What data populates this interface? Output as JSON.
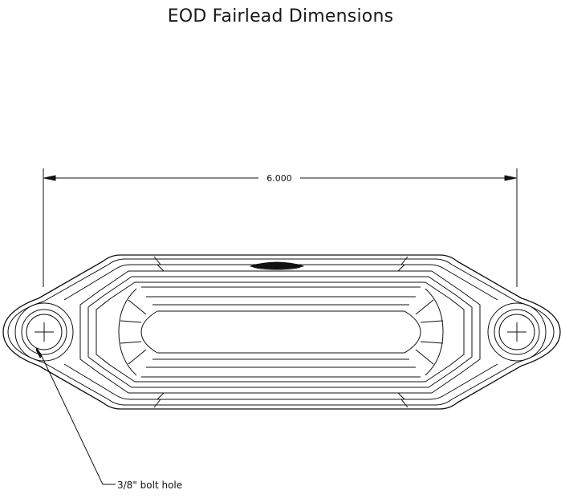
{
  "title": "EOD Fairlead Dimensions",
  "dimension": {
    "value": "6.000"
  },
  "callout": {
    "text": "3/8\" bolt hole"
  },
  "colors": {
    "line": "#111111",
    "background": "#ffffff"
  }
}
